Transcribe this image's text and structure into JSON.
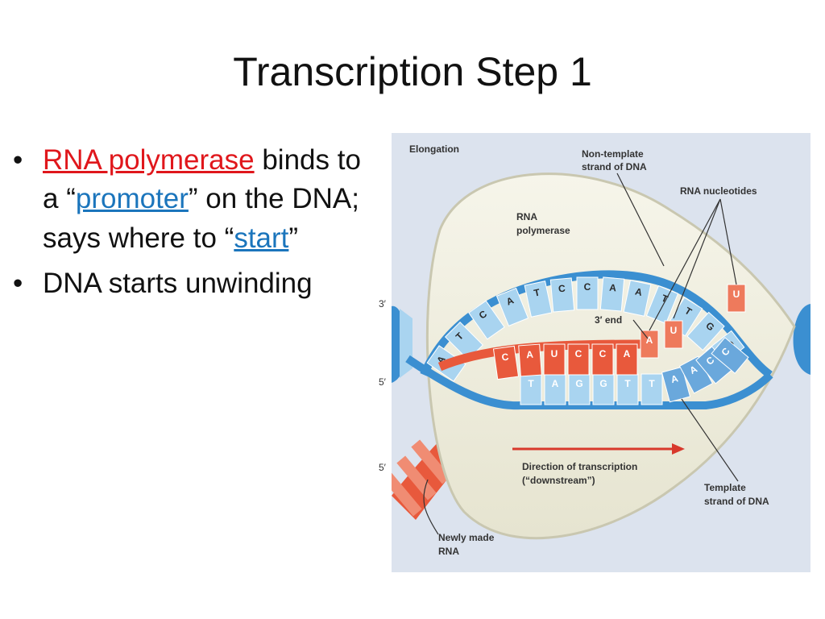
{
  "slide": {
    "title": "Transcription Step 1",
    "bullet_marker": "•",
    "bullets": {
      "b1": {
        "link1": "RNA polymerase",
        "text1": "binds to a",
        "quote_open1": "“",
        "link2": "promoter",
        "text2": "” on the DNA; says where to",
        "quote_open2": "“",
        "link3": "start",
        "quote_close": "”"
      },
      "b2": {
        "text": "DNA starts unwinding"
      }
    }
  },
  "figure": {
    "labels": {
      "elongation": "Elongation",
      "non_template_1": "Non-template",
      "non_template_2": "strand of DNA",
      "rna_nucleotides": "RNA nucleotides",
      "rna_pol_1": "RNA",
      "rna_pol_2": "polymerase",
      "three_end": "3′ end",
      "direction_1": "Direction of transcription",
      "direction_2": "(“downstream”)",
      "template_1": "Template",
      "template_2": "strand of DNA",
      "newly_1": "Newly made",
      "newly_2": "RNA",
      "prime_3": "3′",
      "prime_5a": "5′",
      "prime_5b": "5′"
    },
    "top_strand_bases": [
      "A",
      "T",
      "C",
      "A",
      "T",
      "C",
      "C",
      "A",
      "A",
      "T",
      "T",
      "G",
      "G"
    ],
    "rna_bases": [
      "C",
      "A",
      "U",
      "C",
      "C",
      "A"
    ],
    "template_bases": [
      "T",
      "A",
      "G",
      "G",
      "T",
      "T",
      "A",
      "A",
      "C",
      "C"
    ],
    "incoming_nucleotides": [
      "A",
      "U",
      "U"
    ],
    "colors": {
      "rna": "#e8593c",
      "dna_dark": "#3b8fd1",
      "dna_light": "#a9d4f0",
      "bubble": "#efeee0"
    }
  }
}
